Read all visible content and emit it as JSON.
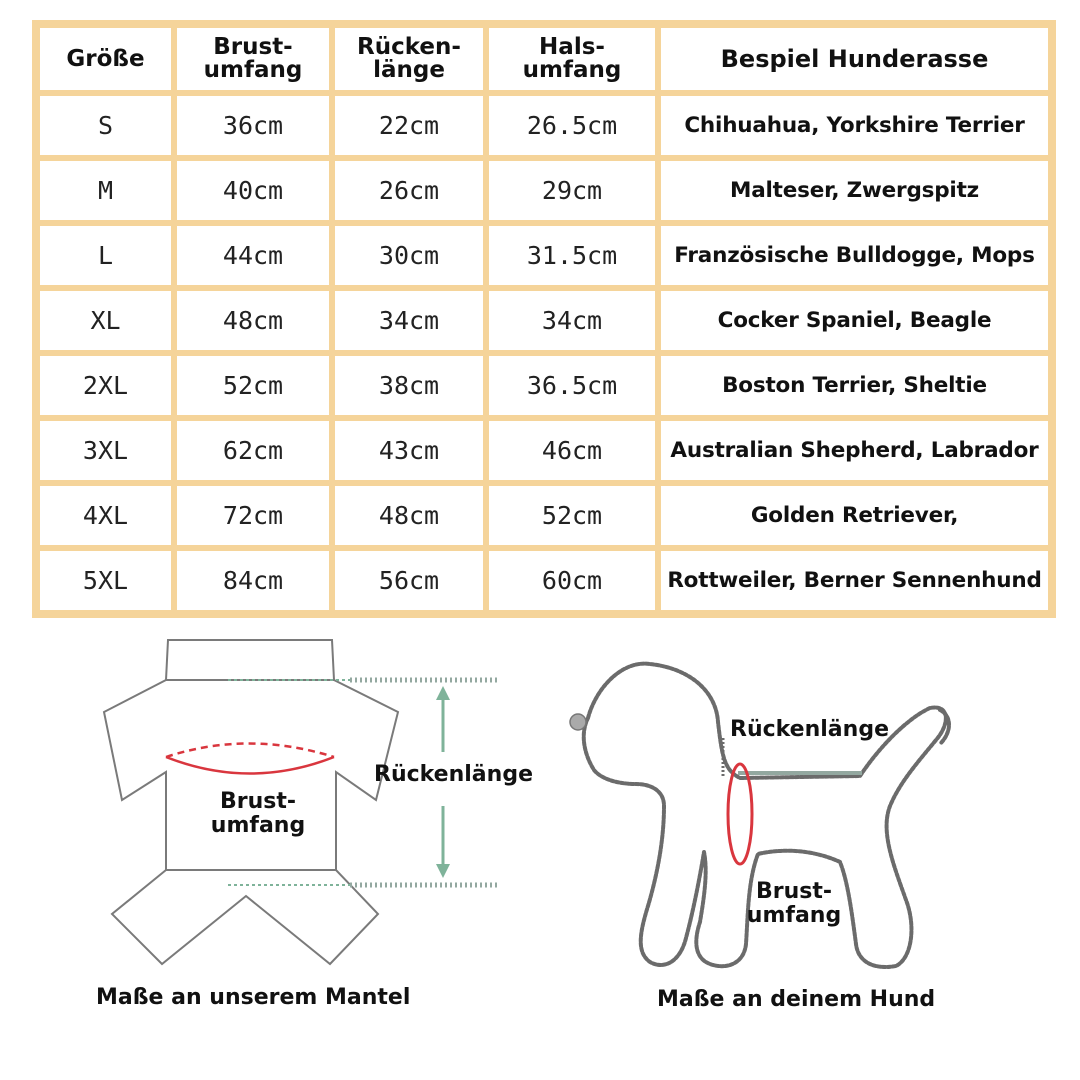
{
  "table": {
    "headers": {
      "size": "Größe",
      "chest_l1": "Brust-",
      "chest_l2": "umfang",
      "back_l1": "Rücken-",
      "back_l2": "länge",
      "neck_l1": "Hals-",
      "neck_l2": "umfang",
      "breed": "Bespiel Hunderasse"
    },
    "rows": [
      {
        "size": "S",
        "chest": "36cm",
        "back": "22cm",
        "neck": "26.5cm",
        "breed": "Chihuahua, Yorkshire Terrier"
      },
      {
        "size": "M",
        "chest": "40cm",
        "back": "26cm",
        "neck": "29cm",
        "breed": "Malteser, Zwergspitz"
      },
      {
        "size": "L",
        "chest": "44cm",
        "back": "30cm",
        "neck": "31.5cm",
        "breed": "Französische Bulldogge, Mops"
      },
      {
        "size": "XL",
        "chest": "48cm",
        "back": "34cm",
        "neck": "34cm",
        "breed": "Cocker Spaniel, Beagle"
      },
      {
        "size": "2XL",
        "chest": "52cm",
        "back": "38cm",
        "neck": "36.5cm",
        "breed": "Boston Terrier, Sheltie"
      },
      {
        "size": "3XL",
        "chest": "62cm",
        "back": "43cm",
        "neck": "46cm",
        "breed": "Australian Shepherd, Labrador"
      },
      {
        "size": "4XL",
        "chest": "72cm",
        "back": "48cm",
        "neck": "52cm",
        "breed": "Golden Retriever,"
      },
      {
        "size": "5XL",
        "chest": "84cm",
        "back": "56cm",
        "neck": "60cm",
        "breed": "Rottweiler, Berner Sennenhund"
      }
    ]
  },
  "coat_diagram": {
    "back_length_label": "Rückenlänge",
    "chest_l1": "Brust-",
    "chest_l2": "umfang",
    "caption": "Maße an unserem Mantel"
  },
  "dog_diagram": {
    "back_length_label": "Rückenlänge",
    "chest_l1": "Brust-",
    "chest_l2": "umfang",
    "caption": "Maße an deinem Hund"
  },
  "colors": {
    "table_border": "#f5d49a",
    "chest_line": "#d9363e",
    "back_line": "#7fb39a",
    "outline": "#666666"
  }
}
